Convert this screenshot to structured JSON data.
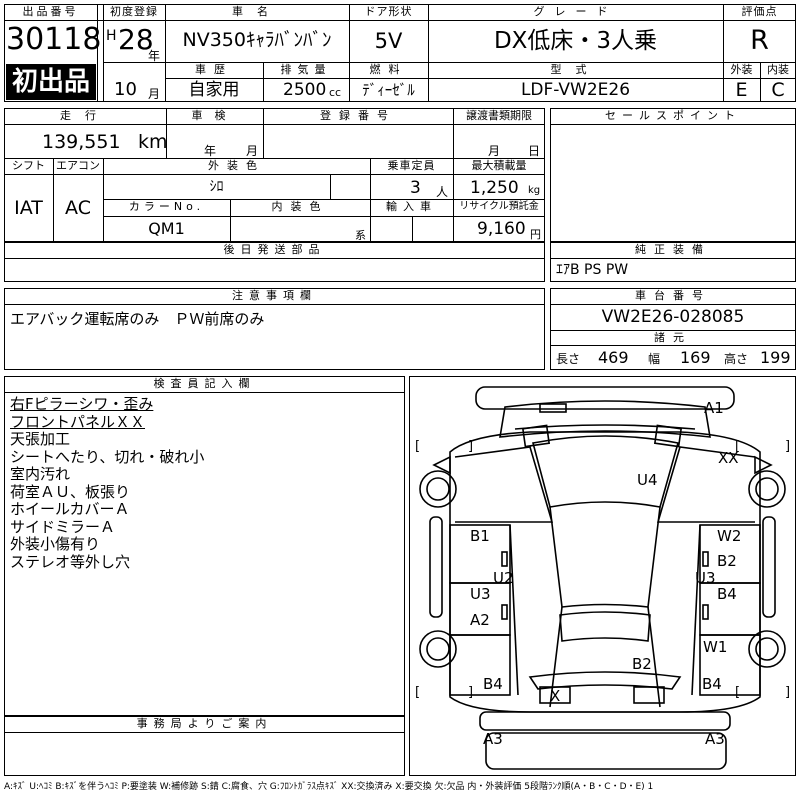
{
  "header": {
    "lot_label": "出品番号",
    "lot_number": "30118",
    "first_listing": "初出品",
    "first_reg_label": "初度登録",
    "era": "H",
    "year": "28",
    "year_unit": "年",
    "month": "10",
    "month_unit": "月",
    "car_name_label": "車名",
    "car_name": "NV350ｷｬﾗﾊﾞﾝﾊﾞﾝ",
    "door_label": "ドア形状",
    "door_value": "5V",
    "grade_label": "グレード",
    "grade_value": "DX低床・3人乗",
    "score_label": "評価点",
    "score_value": "R",
    "history_label": "車歴",
    "history_value": "自家用",
    "displacement_label": "排気量",
    "displacement_value": "2500",
    "displacement_unit": "cc",
    "fuel_label": "燃料",
    "fuel_value": "ﾃﾞｨｰｾﾞﾙ",
    "model_label": "型式",
    "model_value": "LDF-VW2E26",
    "exterior_label": "外装",
    "interior_label": "内装",
    "exterior_grade": "E",
    "interior_grade": "C"
  },
  "specs": {
    "mileage_label": "走行",
    "mileage_value": "139,551",
    "mileage_unit": "km",
    "inspection_label": "車検",
    "inspection_year": "年",
    "inspection_month": "月",
    "reg_no_label": "登録番号",
    "transfer_label": "譲渡書類期限",
    "transfer_month": "月",
    "transfer_day": "日",
    "shift_label": "シフト",
    "shift_value": "IAT",
    "ac_label": "エアコン",
    "ac_value": "AC",
    "ext_color_label": "外装色",
    "ext_color_value": "ｼﾛ",
    "capacity_label": "乗車定員",
    "capacity_value": "3",
    "capacity_unit": "人",
    "load_label": "最大積載量",
    "load_value": "1,250",
    "load_unit": "kg",
    "color_no_label": "カラーNo.",
    "color_no_value": "QM1",
    "int_color_label": "内装色",
    "int_color_unit": "系",
    "import_label": "輸入車",
    "recycle_label": "リサイクル預託金",
    "recycle_value": "9,160",
    "recycle_unit": "円",
    "later_parts_label": "後日発送部品"
  },
  "sales": {
    "sales_points_label": "セールスポイント",
    "equipment_label": "純正装備",
    "equipment_value": "ｴｱB PS PW"
  },
  "notes": {
    "label": "注意事項欄",
    "text": "エアバック運転席のみ　ＰＷ前席のみ"
  },
  "chassis": {
    "label": "車台番号",
    "value": "VW2E26-028085",
    "dims_label": "諸元",
    "length_label": "長さ",
    "length_value": "469",
    "width_label": "幅",
    "width_value": "169",
    "height_label": "高さ",
    "height_value": "199"
  },
  "inspector": {
    "label": "検査員記入欄",
    "lines": [
      "右Fピラーシワ・歪み",
      "フロントパネルＸＸ",
      "天張加工",
      "シートへたり、切れ・破れ小",
      "室内汚れ",
      "荷室ＡＵ、板張り",
      "ホイールカバーＡ",
      "サイドミラーＡ",
      "外装小傷有り",
      "ステレオ等外し穴"
    ]
  },
  "office": {
    "label": "事務局よりご案内"
  },
  "diagram": {
    "codes": [
      "A1",
      "XX",
      "U4",
      "B1",
      "W2",
      "B2",
      "U2",
      "U3",
      "U3",
      "B4",
      "A2",
      "W1",
      "B2",
      "B4",
      "B4",
      "X",
      "A3",
      "A3"
    ],
    "brackets": [
      "[",
      "]",
      "[",
      "]",
      "[",
      "]",
      "[",
      "]"
    ]
  },
  "legend": "A:ｷｽﾞ U:ﾍｺﾐ B:ｷｽﾞを伴うﾍｺﾐ P:要塗装 W:補修跡 S:錆 C:腐食、穴 G:ﾌﾛﾝﾄｶﾞﾗｽ点ｷｽﾞ XX:交換済み X:要交換 欠:欠品 内・外装評価 5段階ﾗﾝｸ順(A・B・C・D・E) 1"
}
